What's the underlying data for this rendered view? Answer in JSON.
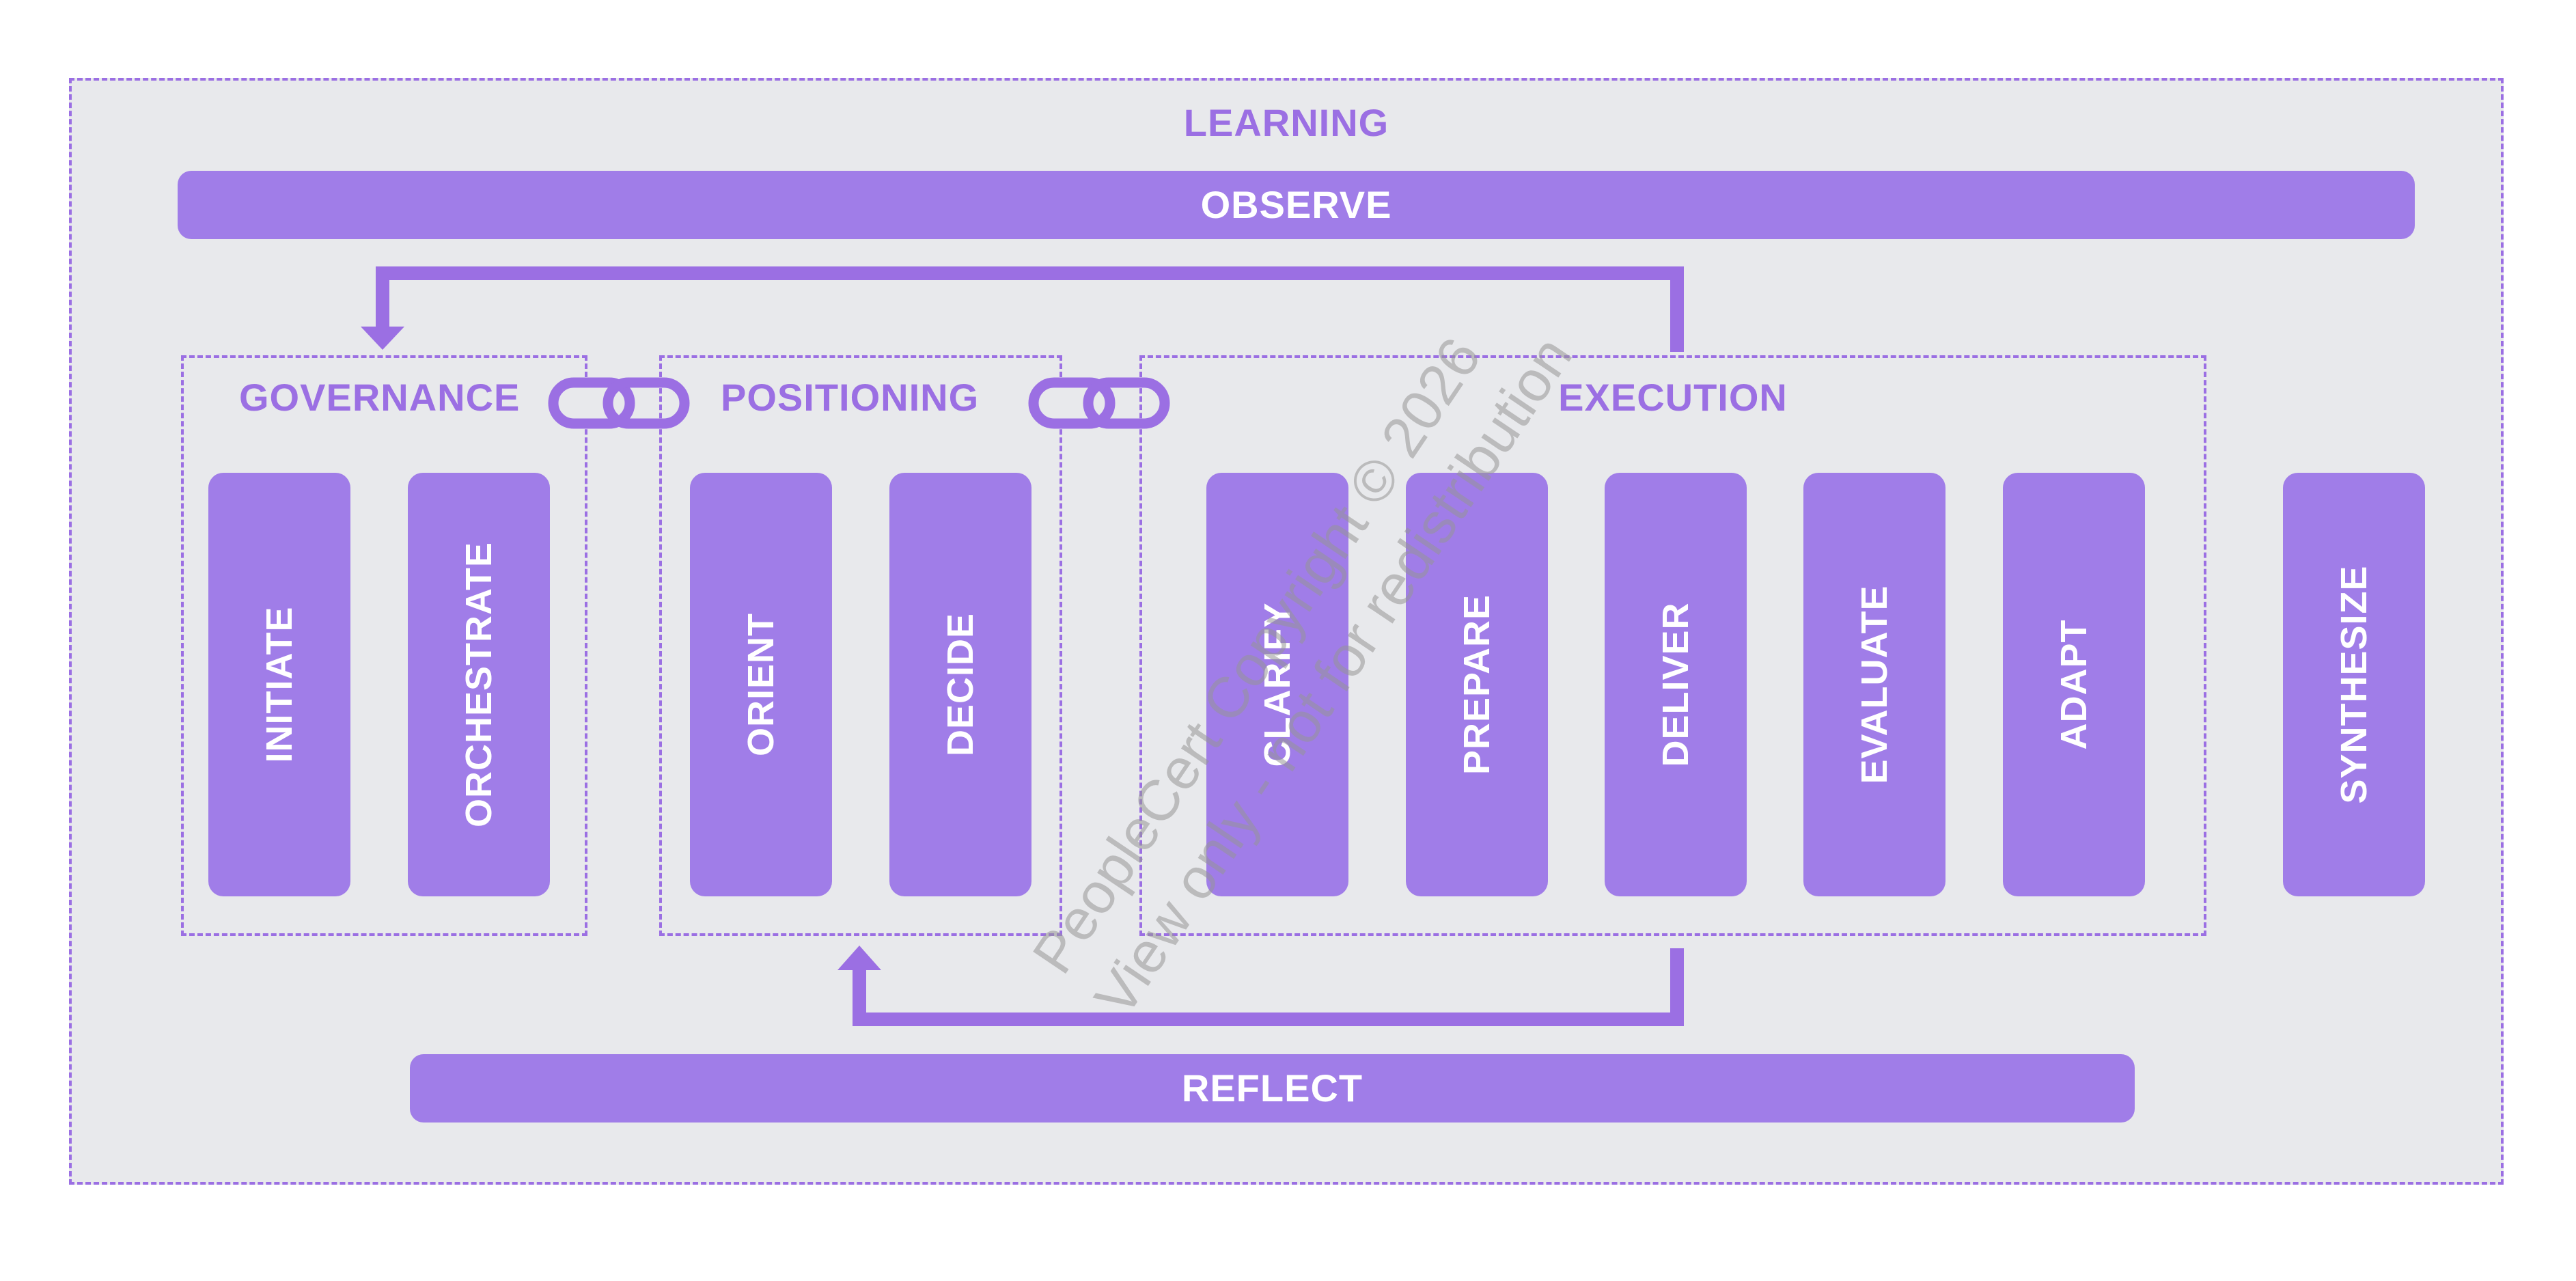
{
  "diagram": {
    "title": "LEARNING",
    "top_bar": "OBSERVE",
    "bottom_bar": "REFLECT",
    "groups": {
      "governance": {
        "label": "GOVERNANCE",
        "stages": [
          "INITIATE",
          "ORCHESTRATE"
        ]
      },
      "positioning": {
        "label": "POSITIONING",
        "stages": [
          "ORIENT",
          "DECIDE"
        ]
      },
      "execution": {
        "label": "EXECUTION",
        "stages": [
          "CLARIFY",
          "PREPARE",
          "DELIVER",
          "EVALUATE",
          "ADAPT"
        ]
      }
    },
    "standalone_stage": "SYNTHESIZE"
  },
  "watermark": {
    "line1": "PeopleCert Copyright © 2026",
    "line2": "View only - not for redistribution"
  },
  "icons": {
    "group_link": "chain-link-icon",
    "feedback_arrow": "arrow-icon"
  },
  "colors": {
    "accent": "#9b6fe3",
    "fill": "#a07de8",
    "background": "#e8e9ec",
    "text_on_fill": "#ffffff"
  }
}
